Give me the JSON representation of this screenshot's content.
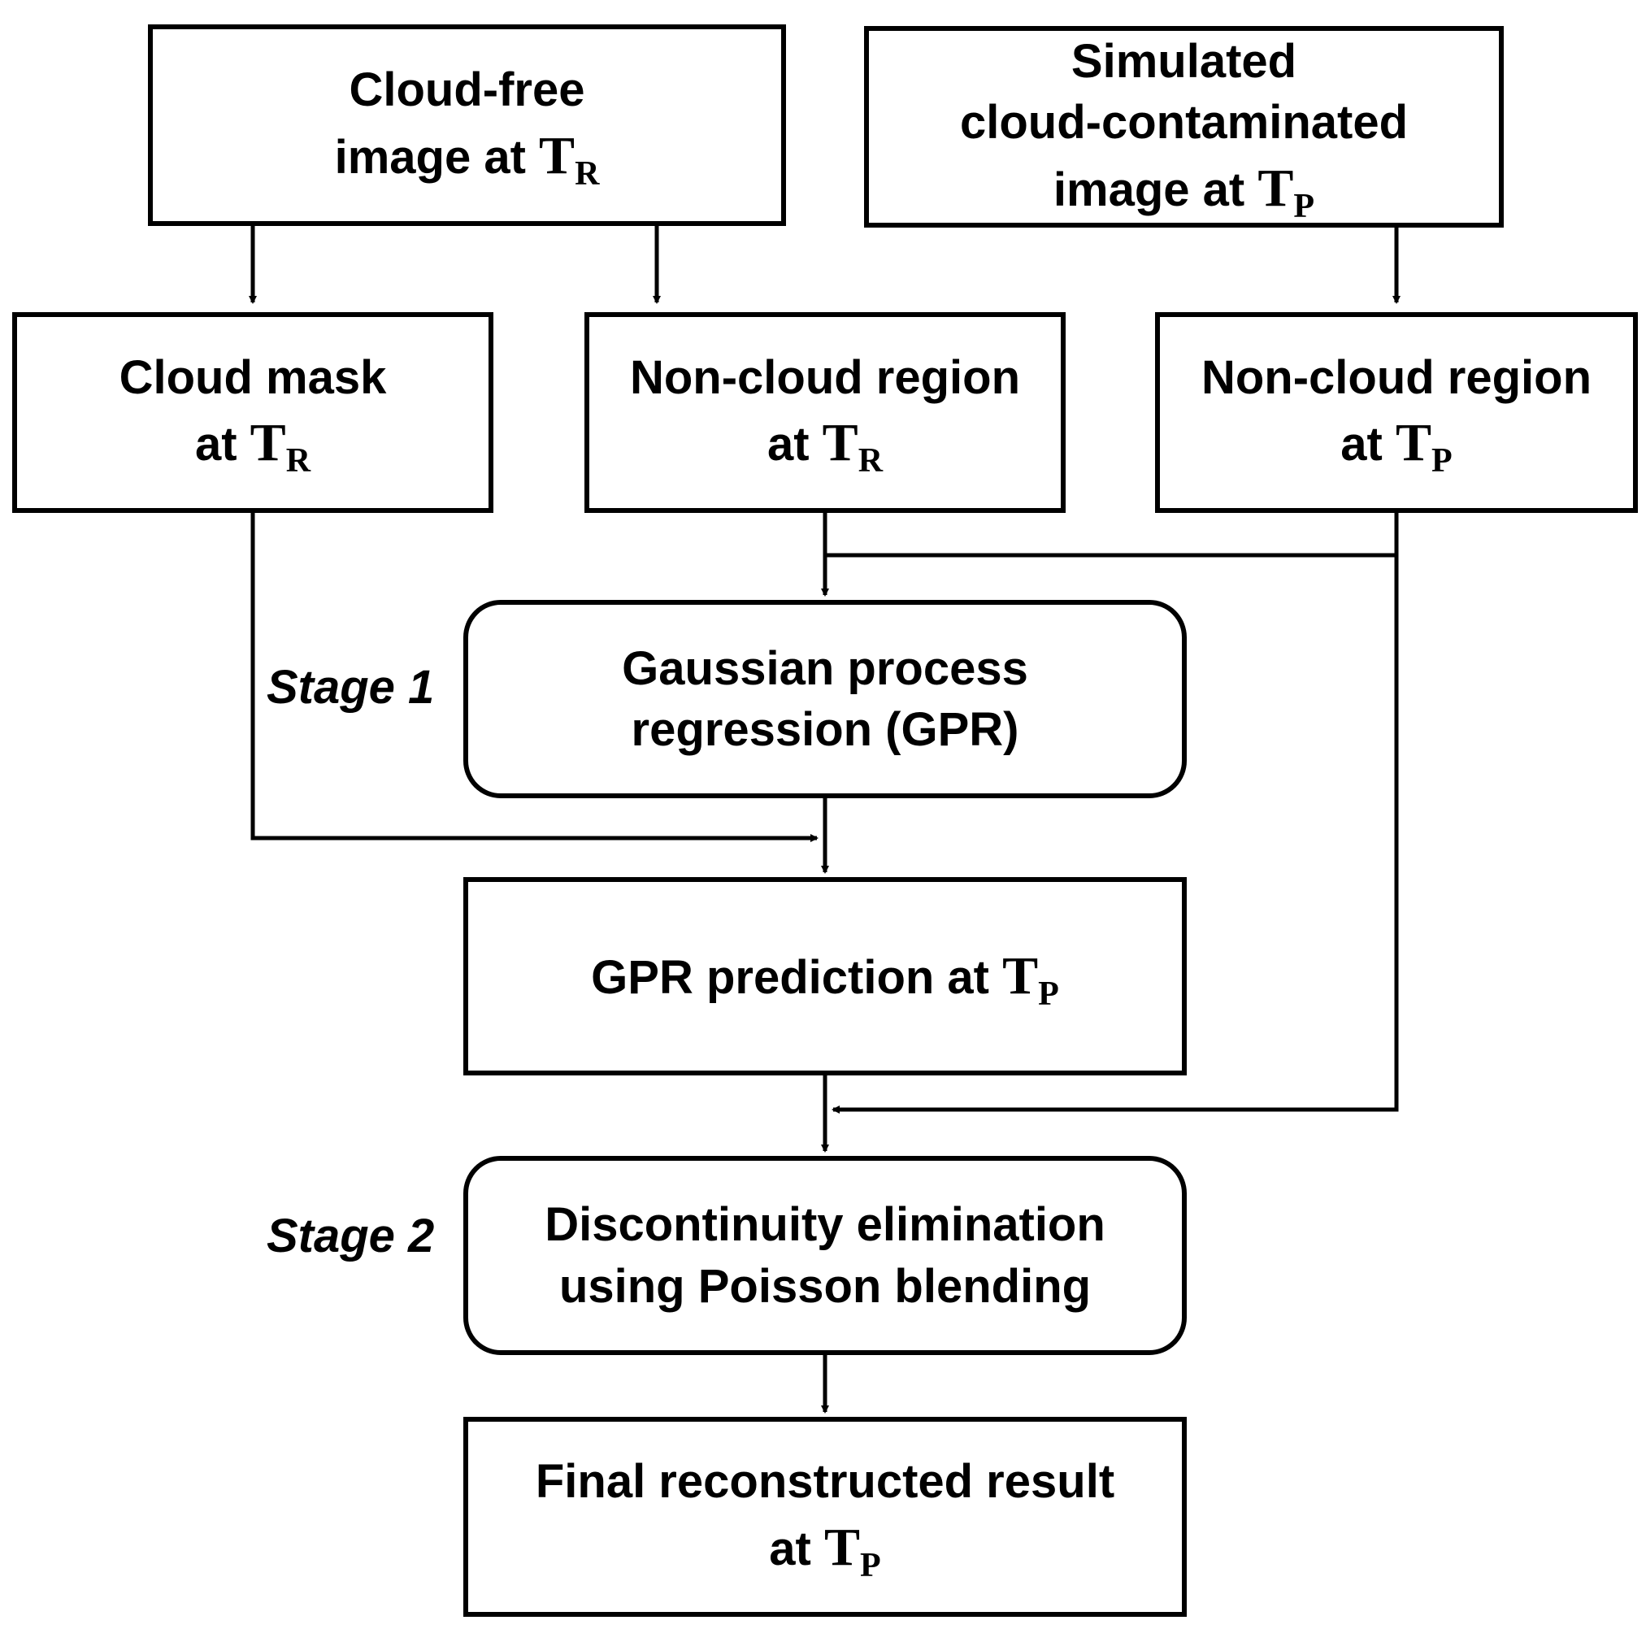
{
  "nodes": {
    "cloud_free": {
      "lines": [
        "Cloud-free",
        "image at"
      ],
      "symbol": "T",
      "subscript": "R"
    },
    "simulated": {
      "lines": [
        "Simulated",
        "cloud-contaminated",
        "image at"
      ],
      "symbol": "T",
      "subscript": "P"
    },
    "cloud_mask": {
      "lines": [
        "Cloud mask",
        "at"
      ],
      "symbol": "T",
      "subscript": "R"
    },
    "noncloud_tr": {
      "lines": [
        "Non-cloud region",
        "at"
      ],
      "symbol": "T",
      "subscript": "R"
    },
    "noncloud_tp": {
      "lines": [
        "Non-cloud region",
        "at"
      ],
      "symbol": "T",
      "subscript": "P"
    },
    "gpr": {
      "lines": [
        "Gaussian process",
        "regression (GPR)"
      ]
    },
    "gpr_prediction": {
      "lines": [
        "GPR prediction at"
      ],
      "symbol": "T",
      "subscript": "P"
    },
    "poisson": {
      "lines": [
        "Discontinuity elimination",
        "using Poisson blending"
      ]
    },
    "final": {
      "lines": [
        "Final reconstructed result",
        "at"
      ],
      "symbol": "T",
      "subscript": "P"
    }
  },
  "stages": {
    "stage1": "Stage 1",
    "stage2": "Stage 2"
  }
}
